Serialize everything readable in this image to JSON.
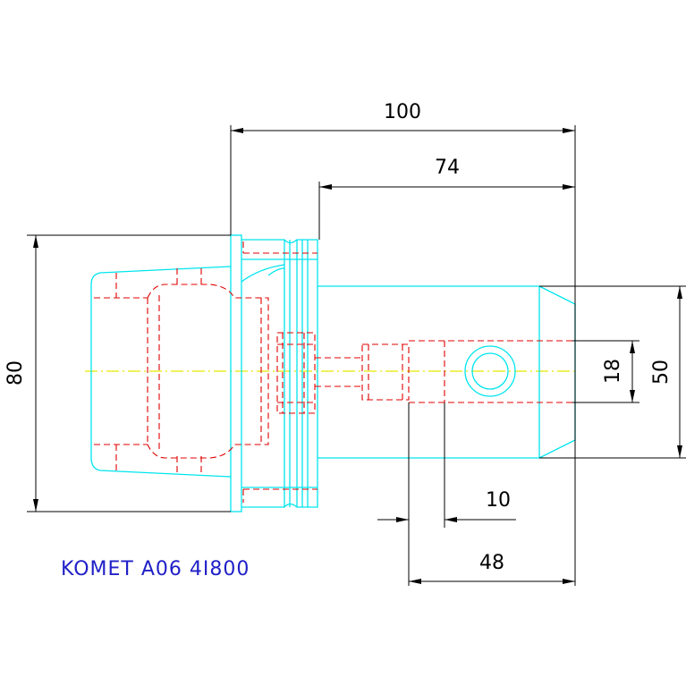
{
  "title": "KOMET A06 4I800",
  "dimensions": {
    "overall_length": "100",
    "shank_length": "74",
    "flange_diameter": "80",
    "shank_diameter": "50",
    "bore_diameter": "18",
    "offset": "10",
    "bore_length": "48"
  },
  "colors": {
    "outline": "#00e5ee",
    "hidden": "#e00000",
    "centerline": "#e8e800",
    "dimension": "#000000",
    "title": "#2020c8"
  }
}
